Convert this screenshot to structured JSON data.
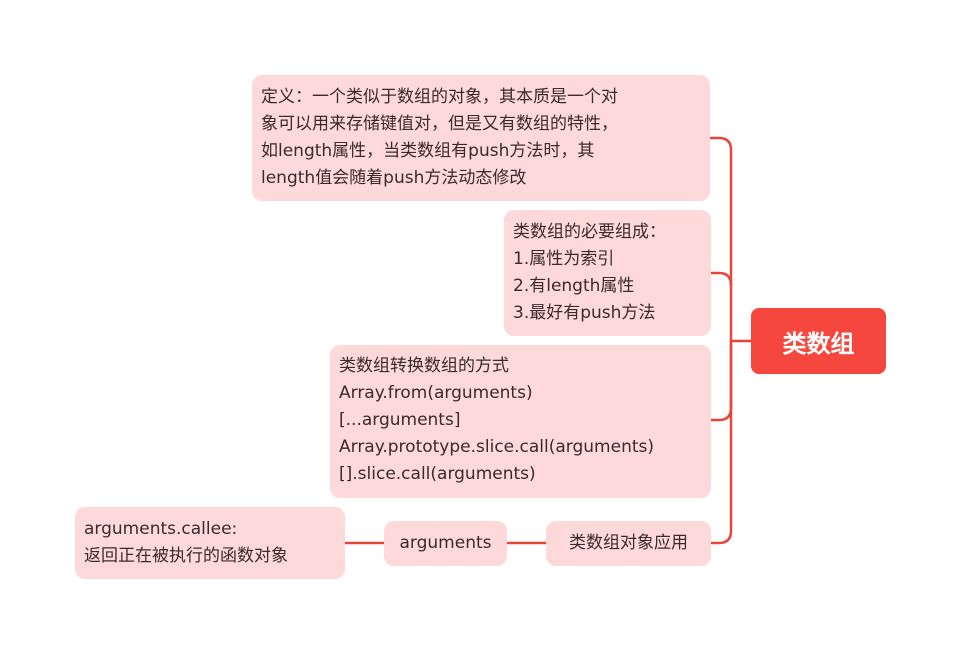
{
  "root": {
    "label": "类数组"
  },
  "definition": {
    "lines": [
      "定义：一个类似于数组的对象，其本质是一个对",
      "象可以用来存储键值对，但是又有数组的特性，",
      "如length属性，当类数组有push方法时，其",
      "length值会随着push方法动态修改"
    ]
  },
  "components": {
    "lines": [
      "类数组的必要组成：",
      "1.属性为索引",
      "2.有length属性",
      "3.最好有push方法"
    ]
  },
  "conversion": {
    "lines": [
      "类数组转换数组的方式",
      "Array.from(arguments)",
      "[...arguments]",
      "Array.prototype.slice.call(arguments)",
      "[].slice.call(arguments)"
    ]
  },
  "application": {
    "label": "类数组对象应用"
  },
  "arguments": {
    "label": "arguments"
  },
  "callee": {
    "lines": [
      "arguments.callee:",
      "返回正在被执行的函数对象"
    ]
  },
  "colors": {
    "root_fill": "#f5473e",
    "node_fill": "#fdd9d9",
    "connector": "#e8443a",
    "node_text": "#3a2a2a"
  }
}
